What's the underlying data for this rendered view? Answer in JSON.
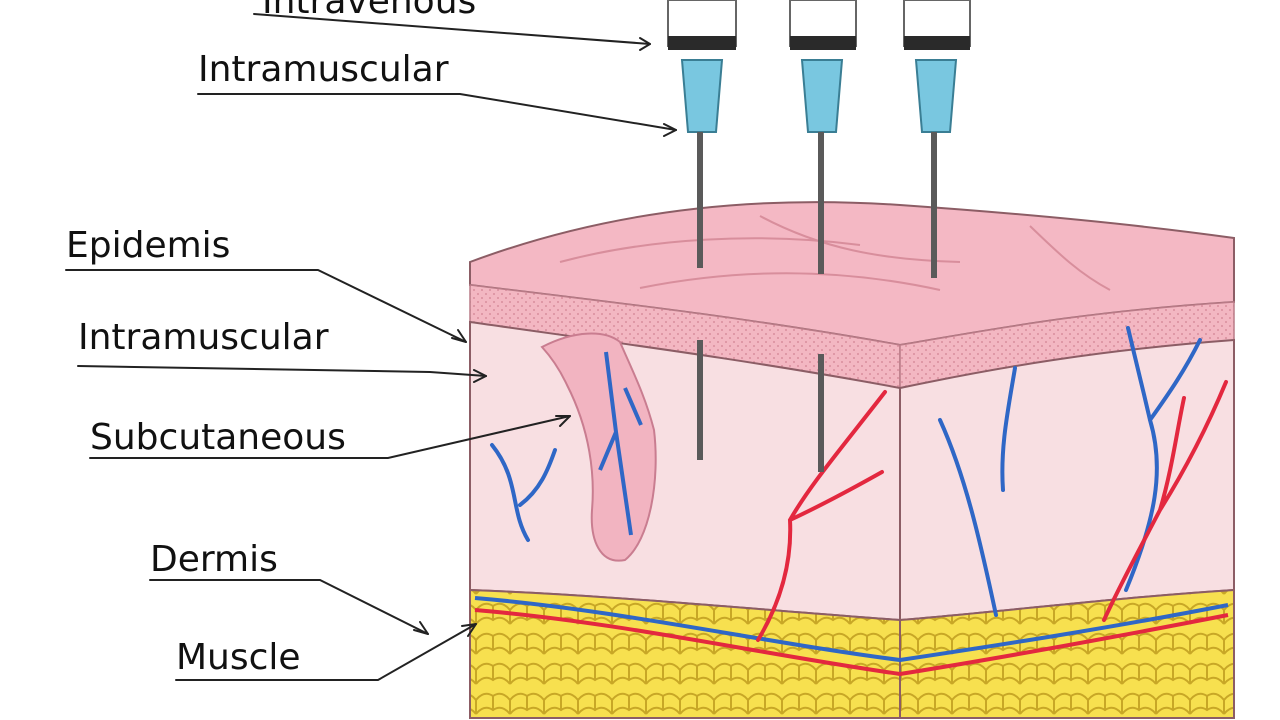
{
  "labels": {
    "intravenous": "Intravenous",
    "intramuscular_top": "Intramuscular",
    "epidermis": "Epidemis",
    "intramuscular_mid": "Intramuscular",
    "subcutaneous": "Subcutaneous",
    "dermis": "Dermis",
    "muscle": "Muscle"
  },
  "colors": {
    "skin_surface": "#f4b8c4",
    "epidermis_band": "#f0a9b8",
    "dermis": "#f8dfe2",
    "fat": "#f7e04f",
    "artery": "#e3283f",
    "vein": "#2f67c6",
    "syringe_hub": "#79c7e0",
    "outline": "#333333"
  },
  "icons": {
    "syringe": "syringe-icon",
    "hair_follicle": "hair-follicle-icon"
  }
}
